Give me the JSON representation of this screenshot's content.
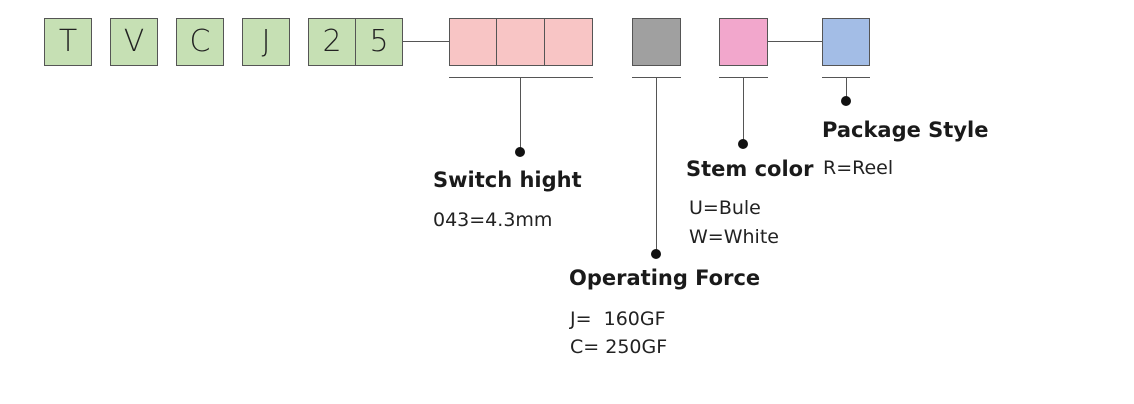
{
  "code_letters": [
    "T",
    "V",
    "C",
    "J",
    "2",
    "5"
  ],
  "colors": {
    "code_box": "#c6e0b4",
    "switch_height_box": "#f8c5c5",
    "operating_force_box": "#a0a0a0",
    "stem_color_box": "#f2a7cc",
    "package_box": "#a3bde6",
    "line": "#555555"
  },
  "fields": {
    "switch_height": {
      "title": "Switch hight",
      "options": [
        "043=4.3mm"
      ]
    },
    "operating_force": {
      "title": "Operating Force",
      "options": [
        "J=  160GF",
        "C= 250GF"
      ]
    },
    "stem_color": {
      "title": "Stem color",
      "options": [
        "U=Bule",
        "W=White"
      ]
    },
    "package_style": {
      "title": "Package Style",
      "options": [
        "R=Reel"
      ]
    }
  }
}
